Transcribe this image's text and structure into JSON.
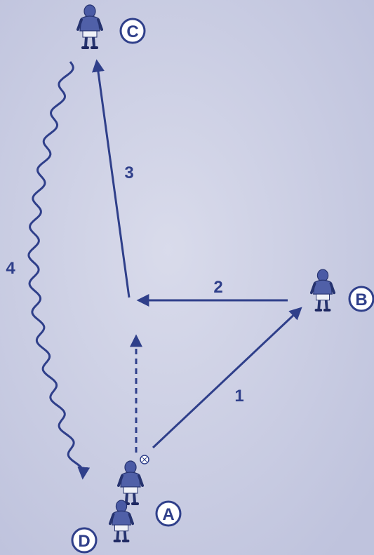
{
  "players": [
    {
      "id": "A",
      "label": "A"
    },
    {
      "id": "B",
      "label": "B"
    },
    {
      "id": "C",
      "label": "C"
    },
    {
      "id": "D",
      "label": "D"
    }
  ],
  "moves": [
    {
      "step": "1",
      "kind": "pass",
      "style": "solid",
      "from": "A",
      "to": "B"
    },
    {
      "step": "2",
      "kind": "pass",
      "style": "solid",
      "from": "B",
      "to": "center"
    },
    {
      "step": "3",
      "kind": "pass",
      "style": "solid",
      "from": "center",
      "to": "C"
    },
    {
      "step": "4",
      "kind": "dribble",
      "style": "wavy",
      "from": "C",
      "to": "A"
    },
    {
      "step": "",
      "kind": "run",
      "style": "dashed",
      "from": "A",
      "to": "center"
    }
  ],
  "colors": {
    "background": "#c8cbe2",
    "ink": "#2f3f8a",
    "shirt": "#5060a8",
    "skin": "#dfe3ee"
  }
}
